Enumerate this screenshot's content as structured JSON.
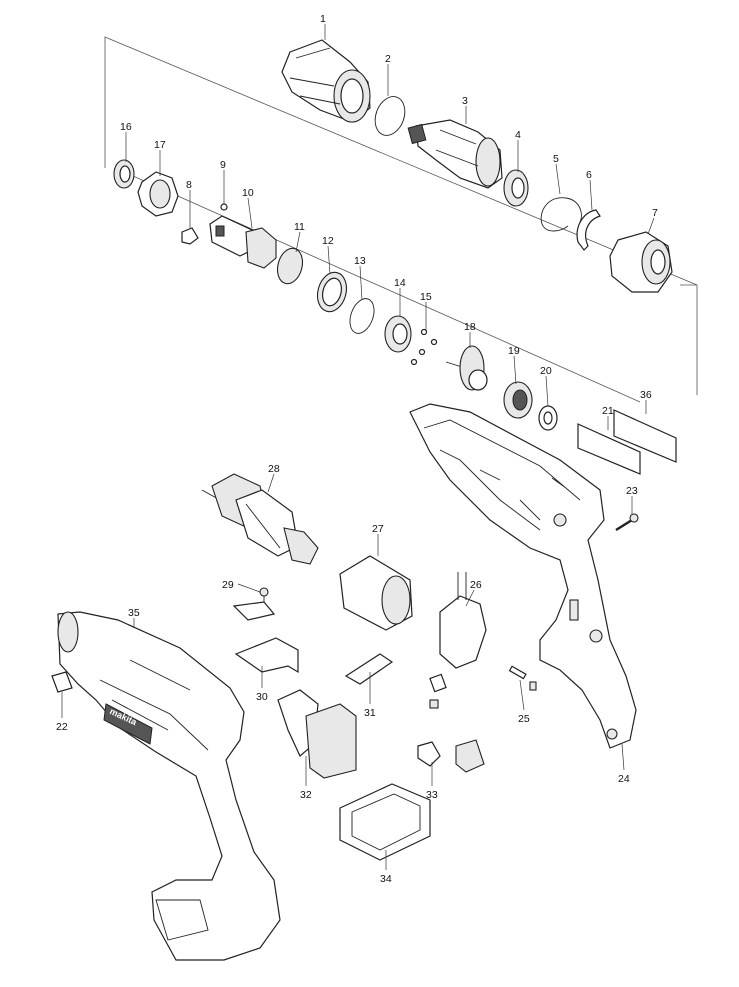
{
  "diagram": {
    "labels": {
      "p1": "1",
      "p2": "2",
      "p3": "3",
      "p4": "4",
      "p5": "5",
      "p6": "6",
      "p7": "7",
      "p8": "8",
      "p9": "9",
      "p10": "10",
      "p11": "11",
      "p12": "12",
      "p13": "13",
      "p14": "14",
      "p15": "15",
      "p16": "16",
      "p17": "17",
      "p18": "18",
      "p19": "19",
      "p20": "20",
      "p21": "21",
      "p22": "22",
      "p23": "23",
      "p24": "24",
      "p25": "25",
      "p26": "26",
      "p27": "27",
      "p28": "28",
      "p29": "29",
      "p30": "30",
      "p31": "31",
      "p32": "32",
      "p33": "33",
      "p34": "34",
      "p35": "35",
      "p36": "36"
    },
    "brand_text": "makita"
  }
}
